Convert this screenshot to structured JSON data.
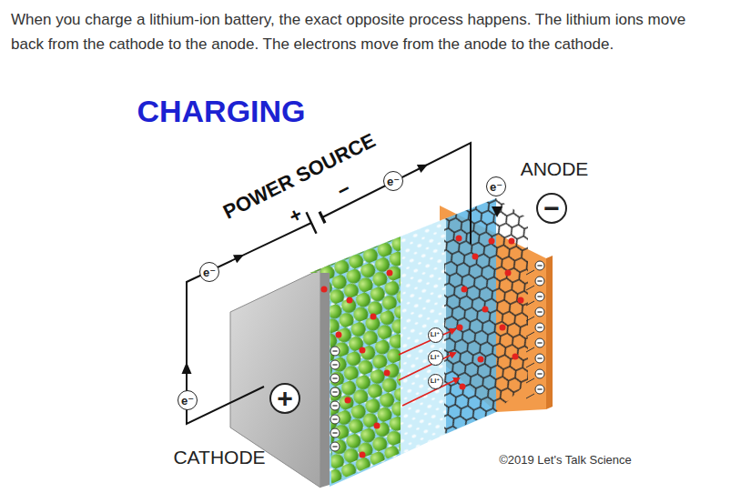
{
  "diagram": {
    "title": "CHARGING",
    "caption": "When you charge a lithium-ion battery, the exact opposite process happens. The lithium ions move back from the cathode to the anode. The electrons move from the anode to the cathode.",
    "nodes": [
      {
        "text": [
          "e⁻"
        ]
      },
      {
        "text": [
          "e⁻"
        ]
      },
      {
        "text": [
          "−"
        ]
      },
      {
        "text": [
          "e⁻"
        ]
      },
      {
        "text": [
          "Li⁺"
        ]
      },
      {
        "text": [
          "Li⁺"
        ]
      },
      {
        "text": [
          "Li⁺"
        ]
      },
      {
        "text": [
          "+"
        ]
      },
      {
        "text": [
          "e⁻"
        ]
      }
    ],
    "labels": [
      "POWER SOURCE",
      "+",
      "−",
      "ANODE",
      "CATHODE",
      "©2019 Let's Talk Science"
    ]
  }
}
